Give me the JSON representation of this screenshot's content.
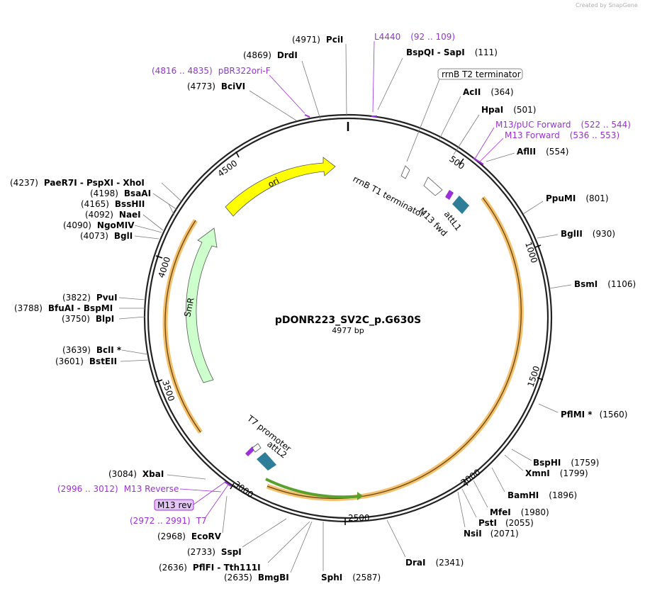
{
  "credit": "Created by SnapGene",
  "plasmid": {
    "name": "pDONR223_SV2C_p.G630S",
    "length_label": "4977 bp",
    "length": 4977
  },
  "ticks": [
    "500",
    "1000",
    "1500",
    "2000",
    "2500",
    "3000",
    "3500",
    "4000",
    "4500"
  ],
  "enzymes": [
    {
      "name": "PciI",
      "pos": "(4971)"
    },
    {
      "name": "DrdI",
      "pos": "(4869)"
    },
    {
      "name": "BciVI",
      "pos": "(4773)"
    },
    {
      "name": "BspQI - SapI",
      "pos": "(111)"
    },
    {
      "name": "AcII",
      "pos": "(364)"
    },
    {
      "name": "HpaI",
      "pos": "(501)"
    },
    {
      "name": "AflII",
      "pos": "(554)"
    },
    {
      "name": "PpuMI",
      "pos": "(801)"
    },
    {
      "name": "BglII",
      "pos": "(930)"
    },
    {
      "name": "BsmI",
      "pos": "(1106)"
    },
    {
      "name": "PflMI *",
      "pos": "(1560)"
    },
    {
      "name": "BspHI",
      "pos": "(1759)"
    },
    {
      "name": "XmnI",
      "pos": "(1799)"
    },
    {
      "name": "BamHI",
      "pos": "(1896)"
    },
    {
      "name": "MfeI",
      "pos": "(1980)"
    },
    {
      "name": "PstI",
      "pos": "(2055)"
    },
    {
      "name": "NsiI",
      "pos": "(2071)"
    },
    {
      "name": "DraI",
      "pos": "(2341)"
    },
    {
      "name": "SphI",
      "pos": "(2587)"
    },
    {
      "name": "BmgBI",
      "pos": "(2635)"
    },
    {
      "name": "PflFI - Tth111I",
      "pos": "(2636)"
    },
    {
      "name": "SspI",
      "pos": "(2733)"
    },
    {
      "name": "EcoRV",
      "pos": "(2968)"
    },
    {
      "name": "XbaI",
      "pos": "(3084)"
    },
    {
      "name": "BstEII",
      "pos": "(3601)"
    },
    {
      "name": "BclI *",
      "pos": "(3639)"
    },
    {
      "name": "BlpI",
      "pos": "(3750)"
    },
    {
      "name": "BfuAI - BspMI",
      "pos": "(3788)"
    },
    {
      "name": "PvuI",
      "pos": "(3822)"
    },
    {
      "name": "BglI",
      "pos": "(4073)"
    },
    {
      "name": "NgoMIV",
      "pos": "(4090)"
    },
    {
      "name": "NaeI",
      "pos": "(4092)"
    },
    {
      "name": "BssHII",
      "pos": "(4165)"
    },
    {
      "name": "BsaAI",
      "pos": "(4198)"
    },
    {
      "name": "PaeR7I - PspXI - XhoI",
      "pos": "(4237)"
    }
  ],
  "primers": [
    {
      "name": "L4440",
      "range": "(92 .. 109)"
    },
    {
      "name": "pBR322ori-F",
      "range": "(4816 .. 4835)"
    },
    {
      "name": "M13/pUC Forward",
      "range": "(522 .. 544)"
    },
    {
      "name": "M13 Forward",
      "range": "(536 .. 553)"
    },
    {
      "name": "M13 Reverse",
      "range": "(2996 .. 3012)"
    },
    {
      "name": "M13 rev",
      "range": ""
    },
    {
      "name": "T7",
      "range": "(2972 .. 2991)"
    }
  ],
  "features": [
    {
      "name": "rrnB T2 terminator"
    },
    {
      "name": "rrnB T1 terminator"
    },
    {
      "name": "M13 fwd"
    },
    {
      "name": "attL1"
    },
    {
      "name": "ori"
    },
    {
      "name": "SmR"
    },
    {
      "name": "T7 promoter"
    },
    {
      "name": "attL2"
    }
  ],
  "colors": {
    "ori": "#ffff00",
    "smr": "#ccffcc",
    "att": "#2e7d99",
    "primer": "#9b30d9",
    "orf_highlight": "#f5c06b",
    "gene_green": "#5aa02c"
  }
}
